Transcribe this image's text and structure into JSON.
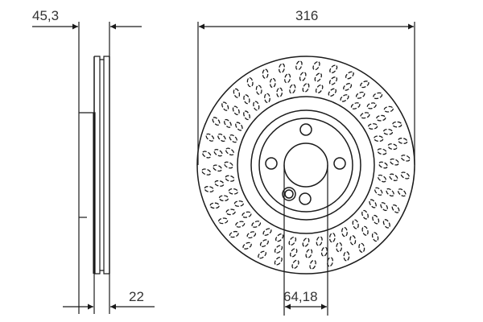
{
  "diagram": {
    "type": "brake-disc-technical-drawing",
    "views": [
      "side-profile",
      "front-view"
    ],
    "colors": {
      "line": "#1a1a1a",
      "text": "#333333",
      "background": "#ffffff"
    }
  },
  "dimensions": {
    "overall_height": {
      "label": "45,3",
      "description": "overall disc height (hat height)"
    },
    "thickness": {
      "label": "22",
      "description": "disc thickness"
    },
    "diameter": {
      "label": "316",
      "description": "outer disc diameter"
    },
    "center_bore": {
      "label": "64,18",
      "description": "center bore diameter"
    }
  },
  "front_view": {
    "bolt_holes": 4,
    "drilled_pattern": "cross-drilled ventilated",
    "locating_hole": 1
  }
}
